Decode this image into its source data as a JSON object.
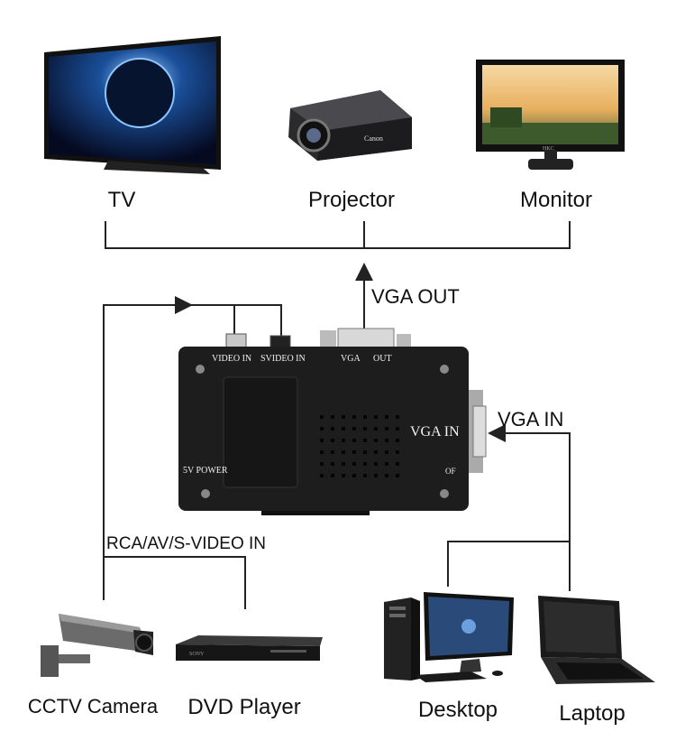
{
  "outputs": {
    "tv": "TV",
    "projector": "Projector",
    "monitor": "Monitor"
  },
  "connections": {
    "vga_out": "VGA OUT",
    "vga_in": "VGA IN",
    "rca_in": "RCA/AV/S-VIDEO IN"
  },
  "converter_box": {
    "video_in": "VIDEO IN",
    "svideo_in": "SVIDEO IN",
    "vga": "VGA",
    "out": "OUT",
    "vga_in": "VGA IN",
    "power": "5V POWER",
    "of": "OF"
  },
  "inputs": {
    "cctv": "CCTV Camera",
    "dvd": "DVD Player",
    "desktop": "Desktop",
    "laptop": "Laptop"
  },
  "brands": {
    "projector": "Canon",
    "monitor": "HKC",
    "dvd": "SONY"
  }
}
